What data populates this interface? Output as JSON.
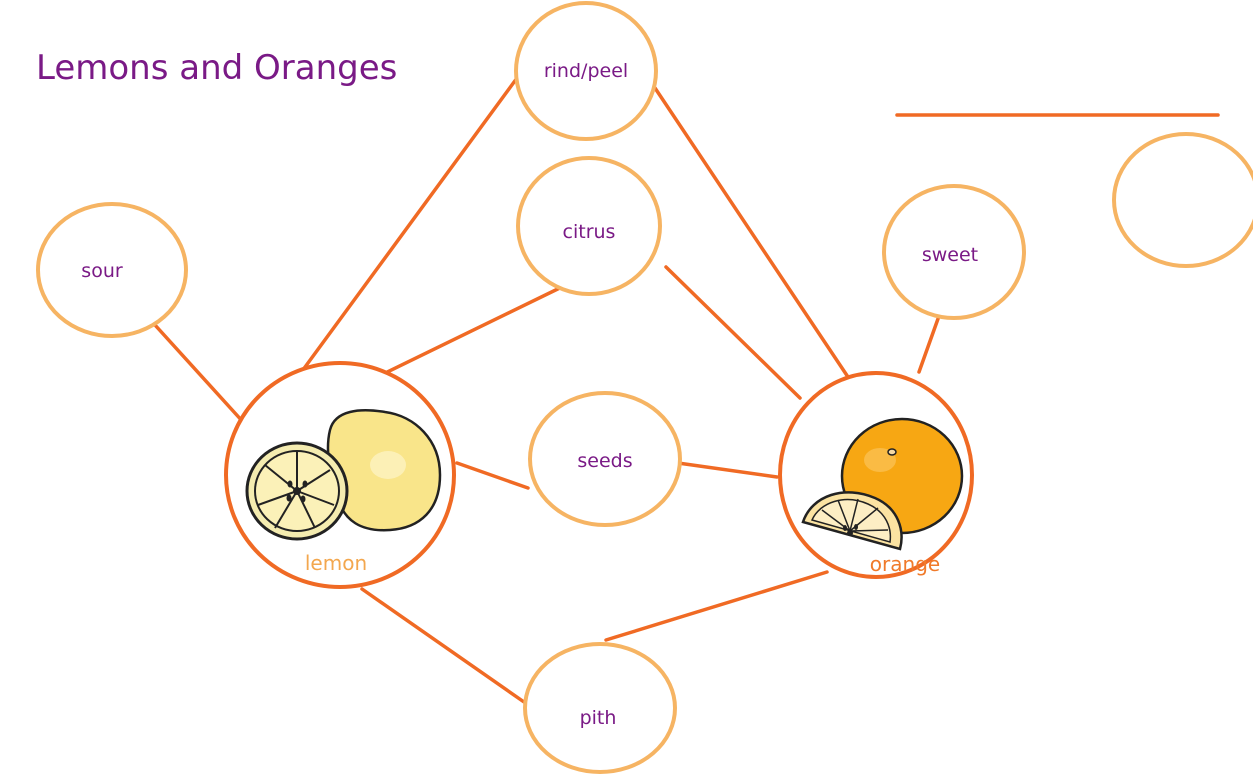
{
  "title": "Lemons and Oranges",
  "nodes": {
    "rind_peel": "rind/peel",
    "citrus": "citrus",
    "sour": "sour",
    "sweet": "sweet",
    "seeds": "seeds",
    "pith": "pith",
    "blank": ""
  },
  "fruits": {
    "lemon": "lemon",
    "orange": "orange"
  },
  "colors": {
    "edge": "#f06a24",
    "node_border": "#f6b463",
    "text": "#7a1a86",
    "lemon": "#f7e27a",
    "orange": "#f7a713"
  }
}
